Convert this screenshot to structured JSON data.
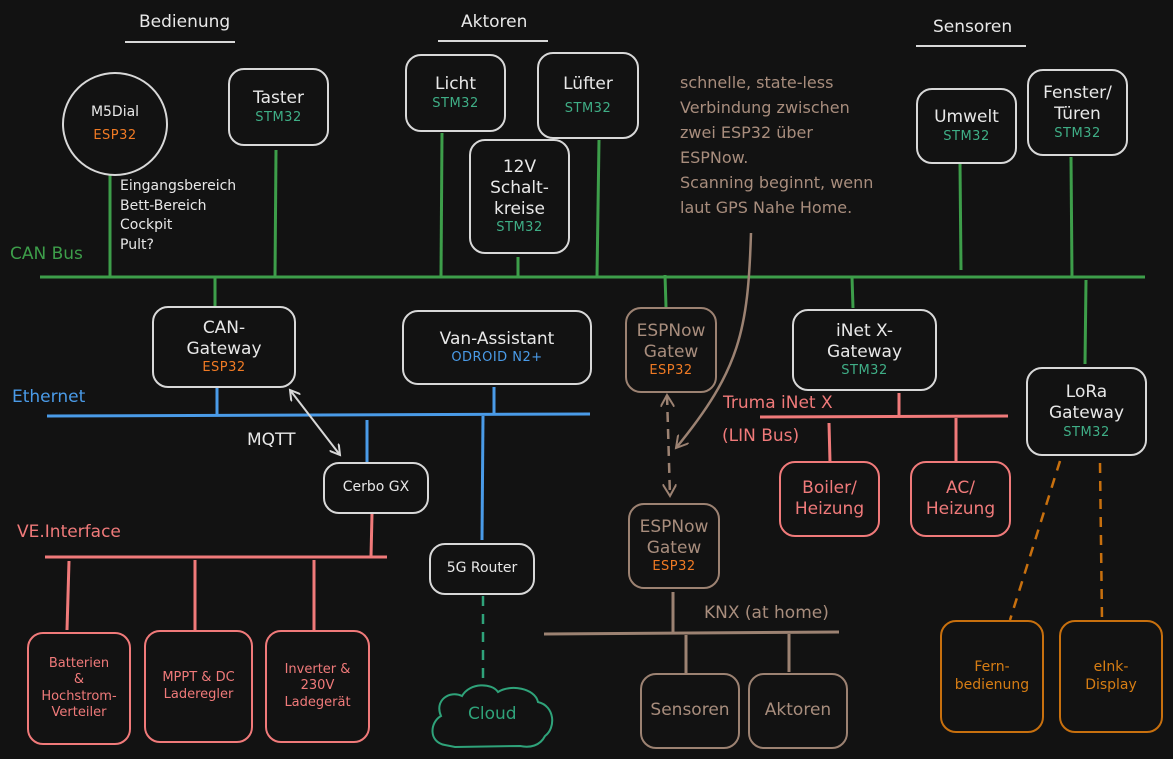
{
  "sections": {
    "bedienung": "Bedienung",
    "aktoren": "Aktoren",
    "sensoren": "Sensoren"
  },
  "buses": {
    "can": "CAN Bus",
    "ethernet": "Ethernet",
    "ve_interface": "VE.Interface",
    "truma_line1": "Truma iNet X",
    "truma_line2": "(LIN Bus)",
    "knx": "KNX (at home)",
    "mqtt": "MQTT"
  },
  "note": "schnelle, state-less\nVerbindung zwischen\nzwei ESP32 über\nESPNow.\nScanning beginnt, wenn\nlaut GPS Nahe Home.",
  "m5dial_locations": "Eingangsbereich\nBett-Bereich\nCockpit\nPult?",
  "nodes": {
    "m5dial": {
      "name": "M5Dial",
      "chip": "ESP32"
    },
    "taster": {
      "name": "Taster",
      "chip": "STM32"
    },
    "licht": {
      "name": "Licht",
      "chip": "STM32"
    },
    "luefter": {
      "name": "Lüfter",
      "chip": "STM32"
    },
    "schaltkreise": {
      "name1": "12V",
      "name2": "Schalt-",
      "name3": "kreise",
      "chip": "STM32"
    },
    "umwelt": {
      "name": "Umwelt",
      "chip": "STM32"
    },
    "fenster": {
      "name1": "Fenster/",
      "name2": "Türen",
      "chip": "STM32"
    },
    "can_gateway": {
      "name1": "CAN-",
      "name2": "Gateway",
      "chip": "ESP32"
    },
    "van_assistant": {
      "name": "Van-Assistant",
      "chip": "ODROID N2+"
    },
    "espnow_van": {
      "name1": "ESPNow",
      "name2": "Gatew",
      "chip": "ESP32"
    },
    "inet_gateway": {
      "name1": "iNet X-",
      "name2": "Gateway",
      "chip": "STM32"
    },
    "lora_gateway": {
      "name1": "LoRa",
      "name2": "Gateway",
      "chip": "STM32"
    },
    "cerbo": {
      "name": "Cerbo GX"
    },
    "router": {
      "name": "5G Router"
    },
    "cloud": {
      "name": "Cloud"
    },
    "espnow_home": {
      "name1": "ESPNow",
      "name2": "Gatew",
      "chip": "ESP32"
    },
    "boiler": {
      "name1": "Boiler/",
      "name2": "Heizung"
    },
    "ac": {
      "name1": "AC/",
      "name2": "Heizung"
    },
    "batterien": {
      "name1": "Batterien",
      "name2": "&",
      "name3": "Hochstrom-",
      "name4": "Verteiler"
    },
    "mppt": {
      "name1": "MPPT & DC",
      "name2": "Laderegler"
    },
    "inverter": {
      "name1": "Inverter &",
      "name2": "230V",
      "name3": "Ladegerät"
    },
    "home_sensoren": {
      "name": "Sensoren"
    },
    "home_aktoren": {
      "name": "Aktoren"
    },
    "fernbedienung": {
      "name1": "Fern-",
      "name2": "bedienung"
    },
    "eink": {
      "name1": "eInk-",
      "name2": "Display"
    }
  },
  "colors": {
    "can": "#3d9e4a",
    "ethernet": "#4a9be8",
    "ve": "#f07a7a",
    "knx": "#9c8272",
    "lora": "#c8700e",
    "cloud": "#2fa37a"
  }
}
